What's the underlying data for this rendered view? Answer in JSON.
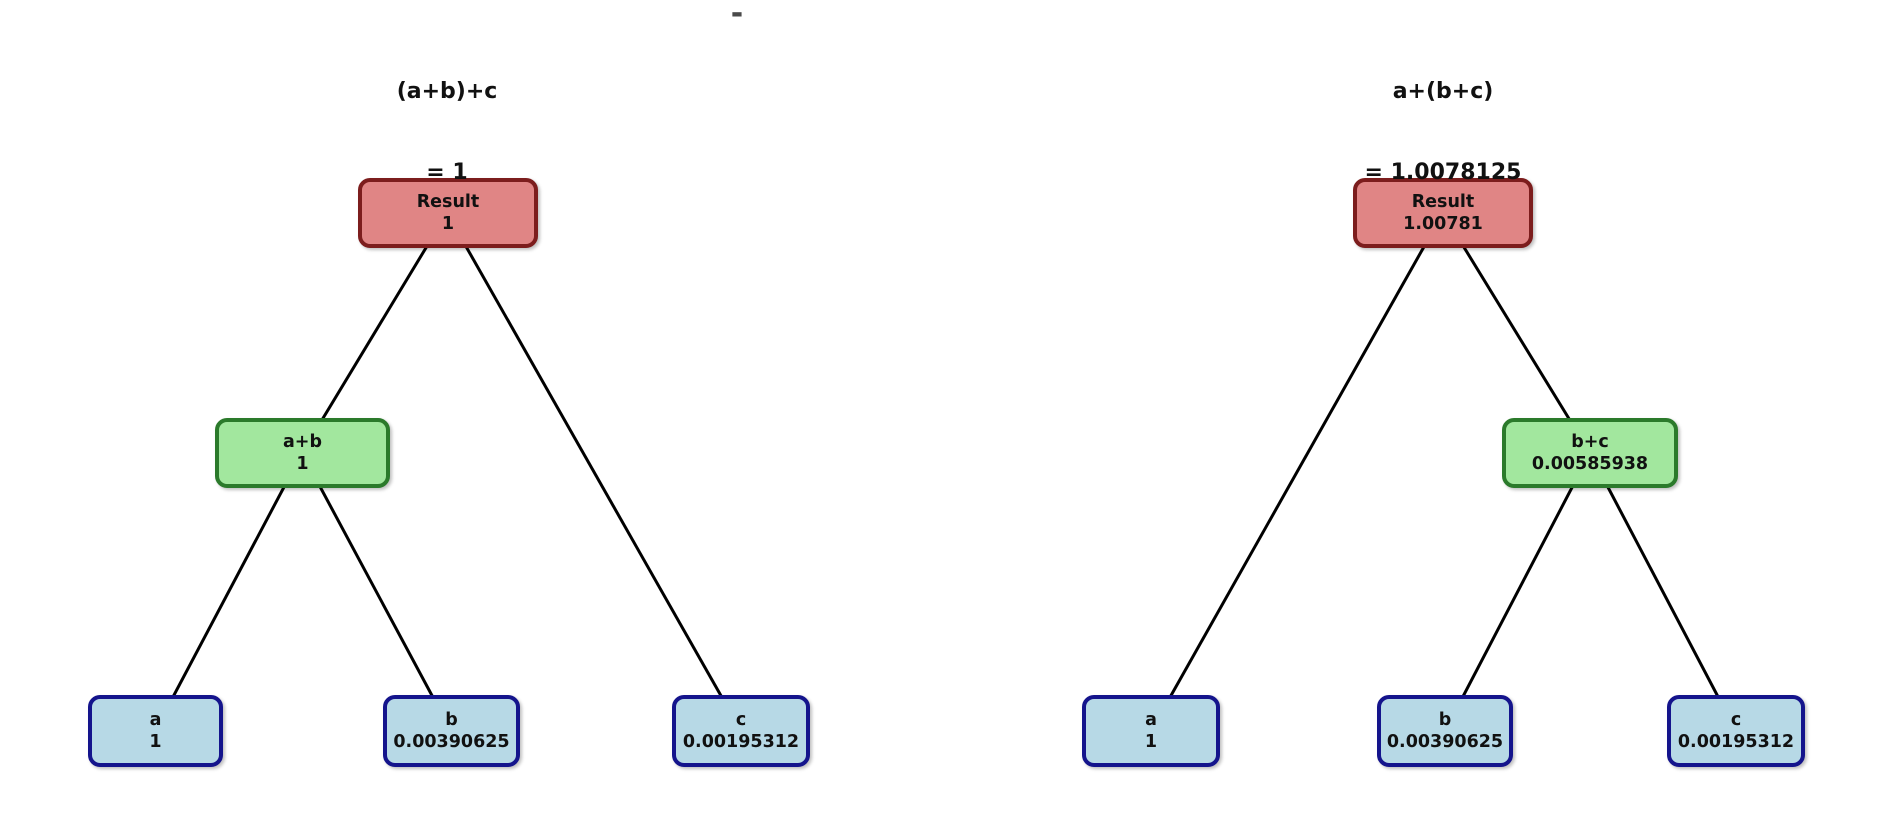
{
  "figure": {
    "top_dash": "-"
  },
  "colors": {
    "background": "#ffffff",
    "edge": "#000000",
    "text": "#111111",
    "result_fill": "#e08585",
    "result_border": "#7c1d1d",
    "op_fill": "#a2e79e",
    "op_border": "#2b7a2b",
    "leaf_fill": "#b7d9e6",
    "leaf_border": "#14148c"
  },
  "trees": [
    {
      "title_expression": "(a+b)+c",
      "title_value": "= 1",
      "nodes": {
        "result": {
          "label": "Result",
          "value": "1"
        },
        "op": {
          "label": "a+b",
          "value": "1"
        },
        "leaf_a": {
          "label": "a",
          "value": "1"
        },
        "leaf_b": {
          "label": "b",
          "value": "0.00390625"
        },
        "leaf_c": {
          "label": "c",
          "value": "0.00195312"
        }
      }
    },
    {
      "title_expression": "a+(b+c)",
      "title_value": "= 1.0078125",
      "nodes": {
        "result": {
          "label": "Result",
          "value": "1.00781"
        },
        "op": {
          "label": "b+c",
          "value": "0.00585938"
        },
        "leaf_a": {
          "label": "a",
          "value": "1"
        },
        "leaf_b": {
          "label": "b",
          "value": "0.00390625"
        },
        "leaf_c": {
          "label": "c",
          "value": "0.00195312"
        }
      }
    }
  ]
}
